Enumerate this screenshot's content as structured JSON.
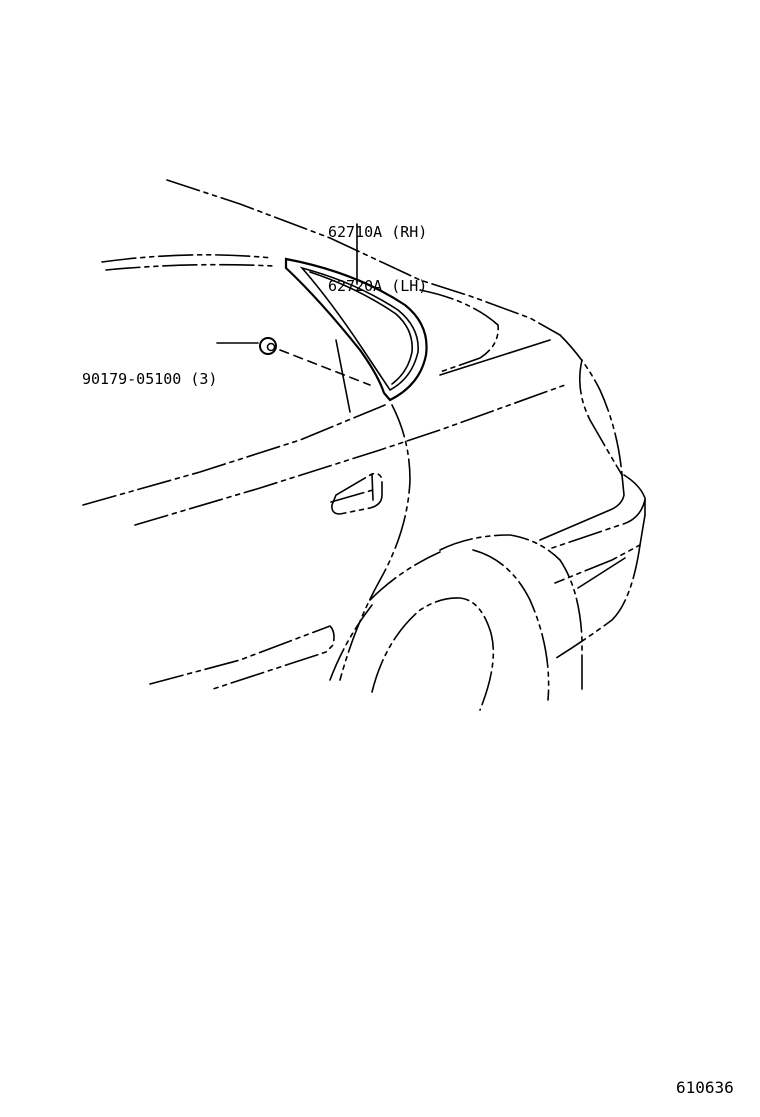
{
  "diagram": {
    "type": "parts-illustration",
    "subject": "Rear quarter window moulding / weatherstrip, rear left side of sedan body",
    "callouts": [
      {
        "id": "quarter-window-weatherstrip",
        "lines": [
          "62710A (RH)",
          "62720A (LH)"
        ],
        "points_to": "rear quarter window weatherstrip"
      },
      {
        "id": "clip",
        "lines": [
          "90179-05100 (3)"
        ],
        "points_to": "retaining clip / nut"
      }
    ],
    "figure_number": "610636"
  },
  "colors": {
    "background": "#ffffff",
    "line": "#000000"
  }
}
